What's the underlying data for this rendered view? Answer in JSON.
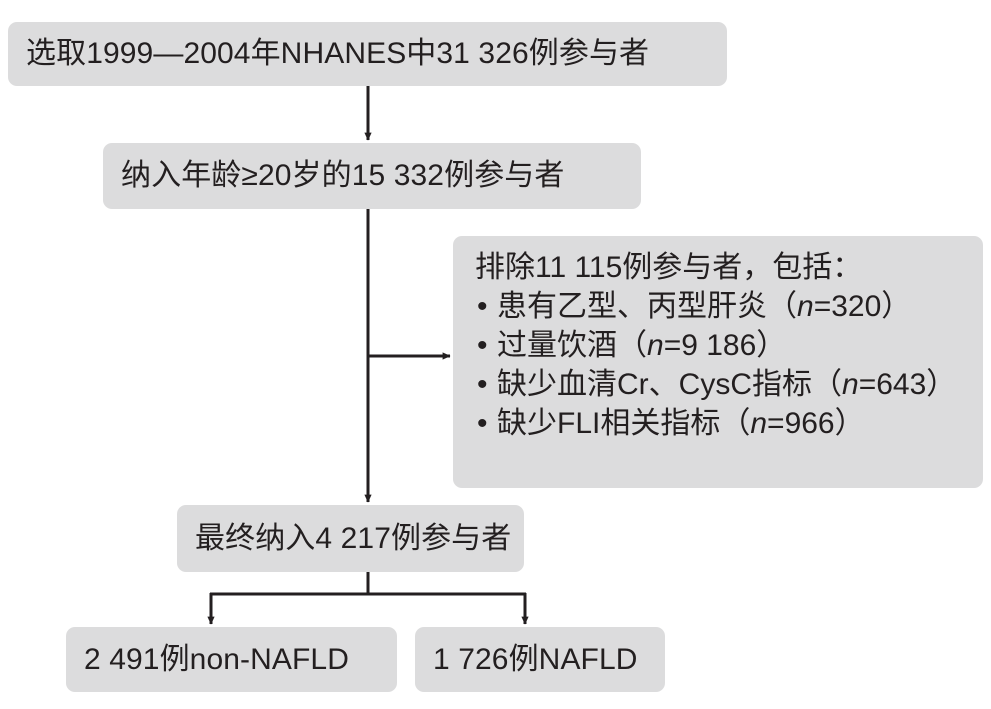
{
  "figure": {
    "type": "flowchart",
    "title": "NHANES 1999-2004 participant selection flow diagram",
    "colors": {
      "node_fill": "#dcdcdd",
      "text": "#231f20",
      "connector": "#231f20",
      "background": "#ffffff"
    }
  },
  "nodes": {
    "screened": {
      "text": "选取1999—2004年NHANES中31 326例参与者"
    },
    "eligible": {
      "text": "纳入年龄≥20岁的15 332例参与者"
    },
    "excluded": {
      "heading": "排除11 115例参与者，包括：",
      "bullet": "•",
      "items": [
        {
          "label": "患有乙型、丙型肝炎（",
          "stat_var": "n",
          "stat_value": "=320）"
        },
        {
          "label": "过量饮酒（",
          "stat_var": "n",
          "stat_value": "=9 186）"
        },
        {
          "label": "缺少血清Cr、CysC指标（",
          "stat_var": "n",
          "stat_value": "=643）"
        },
        {
          "label": "缺少FLI相关指标（",
          "stat_var": "n",
          "stat_value": "=966）"
        }
      ]
    },
    "final": {
      "text": "最终纳入4 217例参与者"
    },
    "non_nafld": {
      "text": "2 491例non-NAFLD"
    },
    "nafld": {
      "text": "1 726例NAFLD"
    }
  }
}
